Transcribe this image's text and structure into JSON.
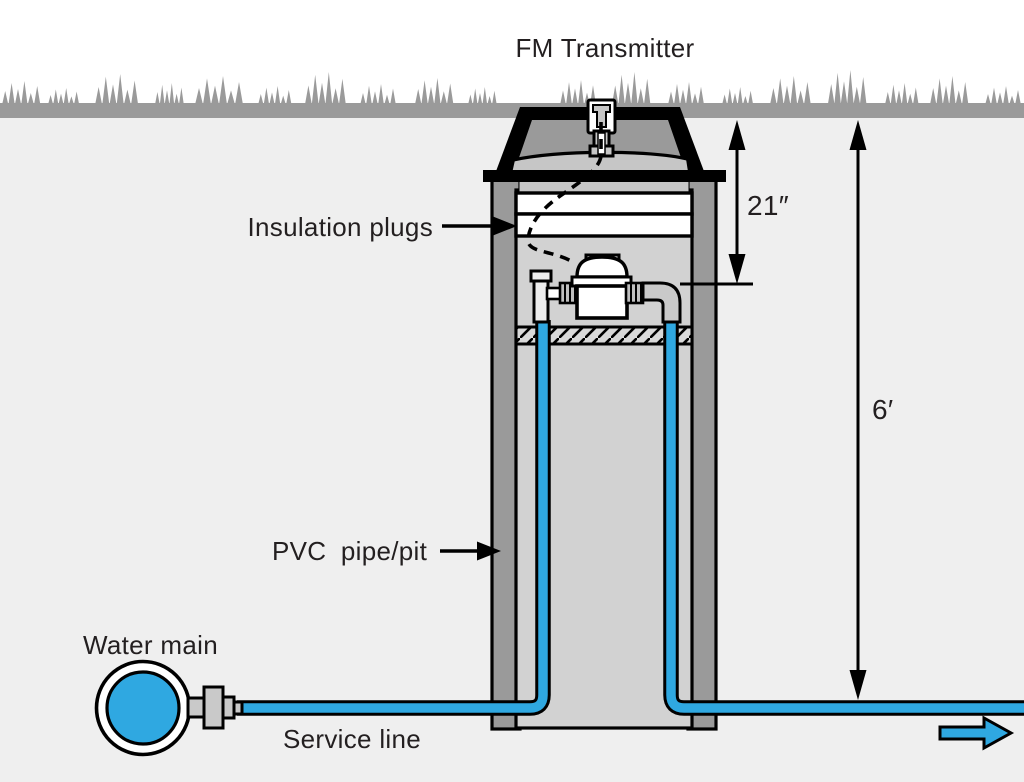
{
  "labels": {
    "fm_transmitter": "FM Transmitter",
    "insulation_plugs": "Insulation plugs",
    "pvc_pipe_pit": "PVC pipe/pit",
    "water_main": "Water main",
    "service_line": "Service line"
  },
  "dimensions": {
    "frost_depth": "21″",
    "pit_depth": "6′"
  },
  "colors": {
    "water_blue": "#2FA8E1",
    "wall_gray": "#9A9A9A",
    "grass_gray": "#9A9A9A",
    "lid_top_gray": "#9A9A9A",
    "lid_bottom_gray": "#C6C6C6",
    "interior_gray": "#D2D2D2",
    "fitting_gray": "#C9C9C9",
    "ground_bg": "#EFEFEF",
    "text_dark": "#231F20",
    "line_black": "#000000"
  }
}
